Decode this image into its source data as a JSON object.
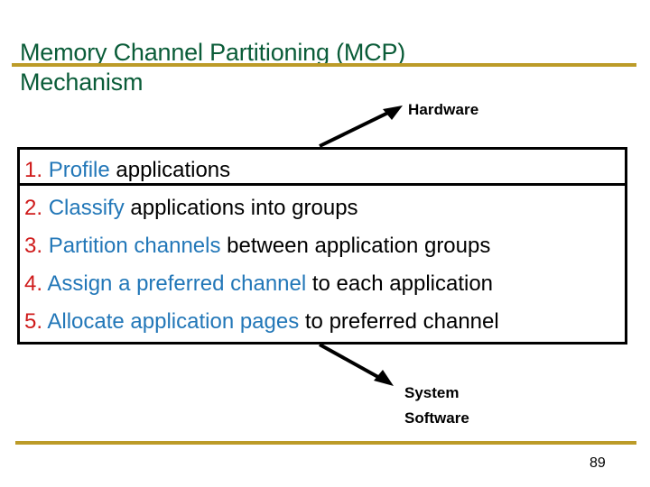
{
  "slide": {
    "title": "Memory Channel Partitioning (MCP)\nMechanism",
    "title_color": "#0a5c38",
    "rule_color": "#bc9b28",
    "background": "#ffffff",
    "page_number": "89"
  },
  "annotations": {
    "hardware_label": "Hardware",
    "system_software_label": "System\nSoftware",
    "arrow_up_name": "arrow-to-hardware",
    "arrow_down_name": "arrow-to-system-software",
    "label_color": "#000000"
  },
  "steps_box": {
    "border_color": "#000000",
    "number_color": "#cf1a1a",
    "keyword_color": "#2277b8",
    "body_color": "#000000",
    "items": [
      {
        "number": "1.",
        "keyword": "Profile",
        "rest": "applications"
      },
      {
        "number": "2.",
        "keyword": "Classify",
        "rest": "applications into groups"
      },
      {
        "number": "3.",
        "keyword": "Partition channels",
        "rest": "between application groups"
      },
      {
        "number": "4.",
        "keyword": "Assign a preferred channel",
        "rest": "to each application"
      },
      {
        "number": "5.",
        "keyword": "Allocate application pages",
        "rest": "to preferred channel"
      }
    ]
  }
}
